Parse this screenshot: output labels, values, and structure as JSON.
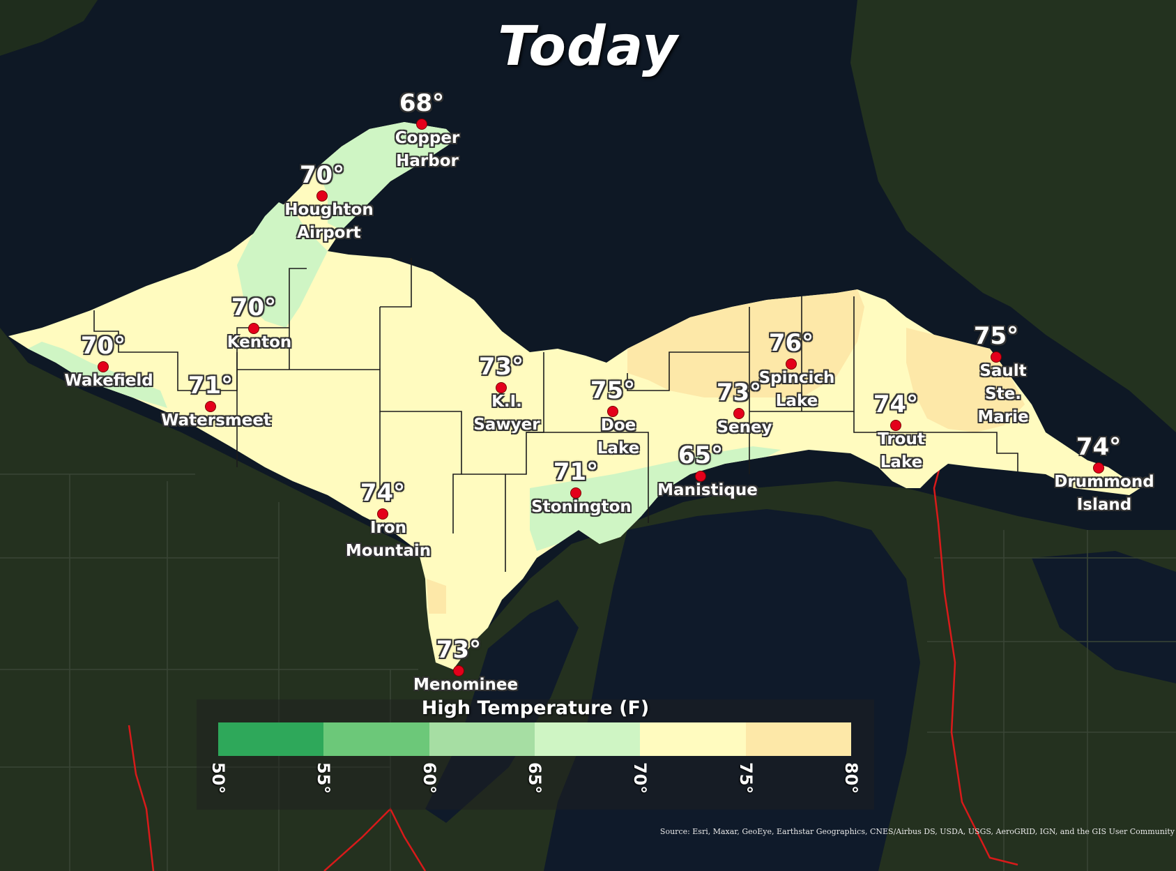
{
  "title": "Today",
  "legend": {
    "title": "High Temperature (F)",
    "ticks": [
      "50°",
      "55°",
      "60°",
      "65°",
      "70°",
      "75°",
      "80°"
    ],
    "colors": [
      "#2ea85a",
      "#6cc879",
      "#a6dea3",
      "#cff5c4",
      "#fffbbf",
      "#fde8a8"
    ]
  },
  "cities": [
    {
      "id": "copper-harbor",
      "temp": "68°",
      "name": "Copper\nHarbor"
    },
    {
      "id": "houghton-airport",
      "temp": "70°",
      "name": "Houghton\nAirport"
    },
    {
      "id": "kenton",
      "temp": "70°",
      "name": "Kenton"
    },
    {
      "id": "wakefield",
      "temp": "70°",
      "name": "Wakefield"
    },
    {
      "id": "watersmeet",
      "temp": "71°",
      "name": "Watersmeet"
    },
    {
      "id": "ki-sawyer",
      "temp": "73°",
      "name": "K.I.\nSawyer"
    },
    {
      "id": "doe-lake",
      "temp": "75°",
      "name": "Doe\nLake"
    },
    {
      "id": "seney",
      "temp": "73°",
      "name": "Seney"
    },
    {
      "id": "spincich-lake",
      "temp": "76°",
      "name": "Spincich\nLake"
    },
    {
      "id": "sault-ste-marie",
      "temp": "75°",
      "name": "Sault\nSte.\nMarie"
    },
    {
      "id": "trout-lake",
      "temp": "74°",
      "name": "Trout\nLake"
    },
    {
      "id": "drummond-island",
      "temp": "74°",
      "name": "Drummond\nIsland"
    },
    {
      "id": "manistique",
      "temp": "65°",
      "name": "Manistique"
    },
    {
      "id": "stonington",
      "temp": "71°",
      "name": "Stonington"
    },
    {
      "id": "iron-mountain",
      "temp": "74°",
      "name": "Iron\nMountain"
    },
    {
      "id": "menominee",
      "temp": "73°",
      "name": "Menominee"
    }
  ],
  "source": "Source: Esri, Maxar, GeoEye, Earthstar Geographics, CNES/Airbus DS, USDA, USGS, AeroGRID, IGN, and the GIS User Community"
}
